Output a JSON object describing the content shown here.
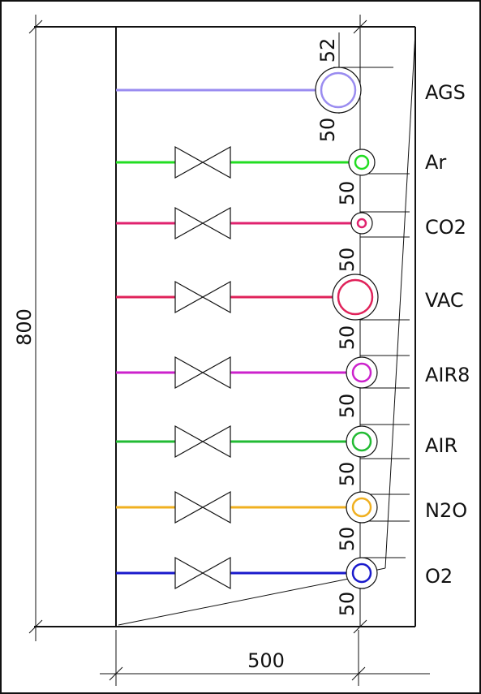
{
  "dimensions": {
    "total_height": "800",
    "total_width": "500",
    "top_offset": "52",
    "spacing": "50"
  },
  "outlets": [
    {
      "id": "ags",
      "label": "AGS",
      "color": "#9a8cf0",
      "size": "large",
      "valve": false
    },
    {
      "id": "ar",
      "label": "Ar",
      "color": "#22dd22",
      "size": "small",
      "valve": true
    },
    {
      "id": "co2",
      "label": "CO2",
      "color": "#e0226e",
      "size": "tiny",
      "valve": true
    },
    {
      "id": "vac",
      "label": "VAC",
      "color": "#e0225a",
      "size": "large",
      "valve": true
    },
    {
      "id": "air8",
      "label": "AIR8",
      "color": "#cc22cc",
      "size": "medium",
      "valve": true
    },
    {
      "id": "air",
      "label": "AIR",
      "color": "#22bb33",
      "size": "medium",
      "valve": true
    },
    {
      "id": "n2o",
      "label": "N2O",
      "color": "#f0b020",
      "size": "medium",
      "valve": true
    },
    {
      "id": "o2",
      "label": "O2",
      "color": "#1a1acc",
      "size": "medium",
      "valve": true
    }
  ]
}
